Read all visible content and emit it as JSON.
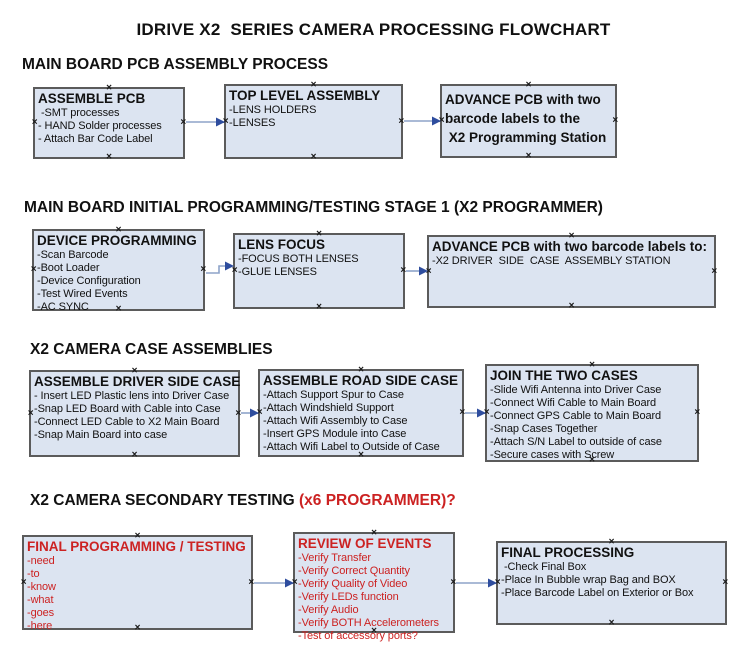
{
  "page": {
    "title": "IDRIVE X2  SERIES CAMERA PROCESSING FLOWCHART"
  },
  "colors": {
    "box_fill": "#dce4f1",
    "box_border": "#5b5b5b",
    "red": "#cc2222",
    "arrow_line": "#8da3c9",
    "arrow_head": "#2e4d9e"
  },
  "icons": {
    "connection_handle_glyph": "×"
  },
  "sections": [
    {
      "heading": "MAIN BOARD PCB ASSEMBLY PROCESS",
      "boxes": [
        {
          "title": "ASSEMBLE PCB",
          "items": [
            " -SMT processes",
            "- HAND Solder processes",
            "- Attach Bar Code Label"
          ]
        },
        {
          "title": "TOP LEVEL ASSEMBLY",
          "items": [
            "-LENS HOLDERS",
            "-LENSES"
          ]
        },
        {
          "title_lines": [
            "ADVANCE PCB with two",
            "barcode labels to the",
            " X2 Programming Station"
          ]
        }
      ]
    },
    {
      "heading": "MAIN BOARD INITIAL PROGRAMMING/TESTING STAGE 1 (X2 PROGRAMMER)",
      "boxes": [
        {
          "title": "DEVICE PROGRAMMING",
          "items": [
            "-Scan Barcode",
            "-Boot Loader",
            "-Device Configuration",
            "-Test Wired Events",
            "-AC SYNC"
          ]
        },
        {
          "title": "LENS FOCUS",
          "items": [
            "-FOCUS BOTH LENSES",
            "-GLUE LENSES"
          ]
        },
        {
          "title": "ADVANCE PCB with two barcode labels to:",
          "items": [
            "-X2 DRIVER  SIDE  CASE  ASSEMBLY STATION"
          ]
        }
      ]
    },
    {
      "heading": "X2 CAMERA CASE ASSEMBLIES",
      "boxes": [
        {
          "title": "ASSEMBLE DRIVER SIDE CASE",
          "items": [
            "- Insert LED Plastic lens into Driver Case",
            "-Snap LED Board with Cable into Case",
            "-Connect LED Cable to X2 Main Board",
            "-Snap Main Board into case"
          ]
        },
        {
          "title": "ASSEMBLE ROAD SIDE CASE",
          "items": [
            "-Attach Support Spur to Case",
            "-Attach Windshield Support",
            "-Attach Wifi Assembly to Case",
            "-Insert GPS Module into Case",
            "-Attach Wifi Label to Outside of Case"
          ]
        },
        {
          "title": "JOIN THE TWO CASES",
          "items": [
            "-Slide Wifi Antenna into Driver Case",
            "-Connect Wifi Cable to Main Board",
            "-Connect GPS Cable to Main Board",
            "-Snap Cases Together",
            "-Attach S/N Label to outside of case",
            "-Secure cases with Screw"
          ]
        }
      ]
    },
    {
      "heading": "X2 CAMERA SECONDARY TESTING",
      "heading_suffix": " (x6 PROGRAMMER)?",
      "boxes": [
        {
          "title": "FINAL PROGRAMMING / TESTING",
          "items": [
            "-need",
            "-to",
            "-know",
            "-what",
            "-goes",
            "-here"
          ]
        },
        {
          "title": "REVIEW OF EVENTS",
          "items": [
            "-Verify Transfer",
            "-Verify Correct Quantity",
            "-Verify Quality of Video",
            "-Verify LEDs function",
            "-Verify Audio",
            "-Verify BOTH Accelerometers",
            "-Test of accessory ports?"
          ]
        },
        {
          "title": "FINAL PROCESSING",
          "items": [
            " -Check Final Box",
            "-Place In Bubble wrap Bag and BOX",
            "-Place Barcode Label on Exterior or Box"
          ]
        }
      ]
    }
  ]
}
